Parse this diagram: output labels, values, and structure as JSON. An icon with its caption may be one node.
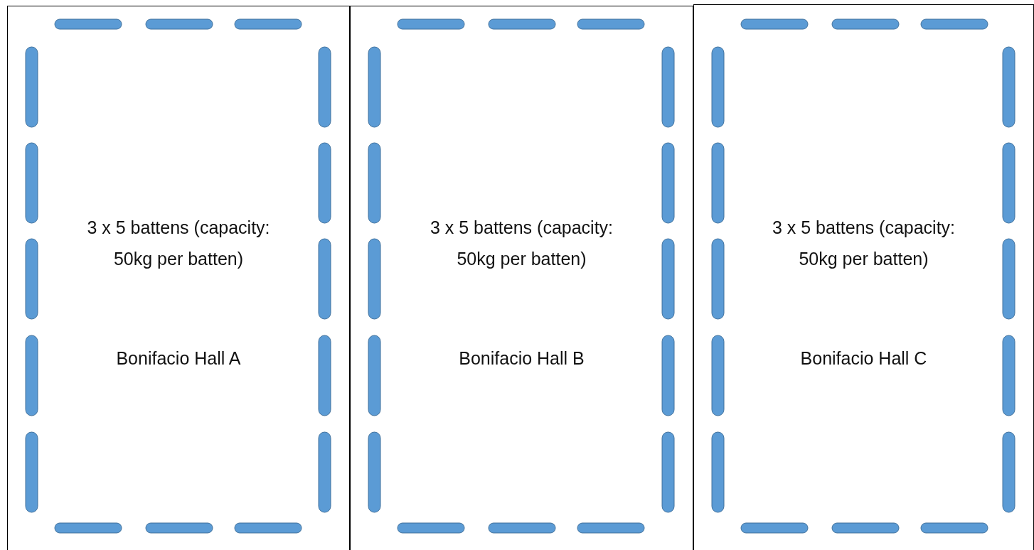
{
  "diagram": {
    "nodes": [
      {
        "text": [
          "3 x 5 battens (capacity: 50kg per batten)",
          "Bonifacio Hall A"
        ]
      },
      {
        "text": [
          "3 x 5 battens (capacity: 50kg per batten)",
          "Bonifacio Hall B"
        ]
      },
      {
        "text": [
          "3 x 5 battens (capacity: 50kg per batten)",
          "Bonifacio Hall C"
        ]
      }
    ]
  }
}
